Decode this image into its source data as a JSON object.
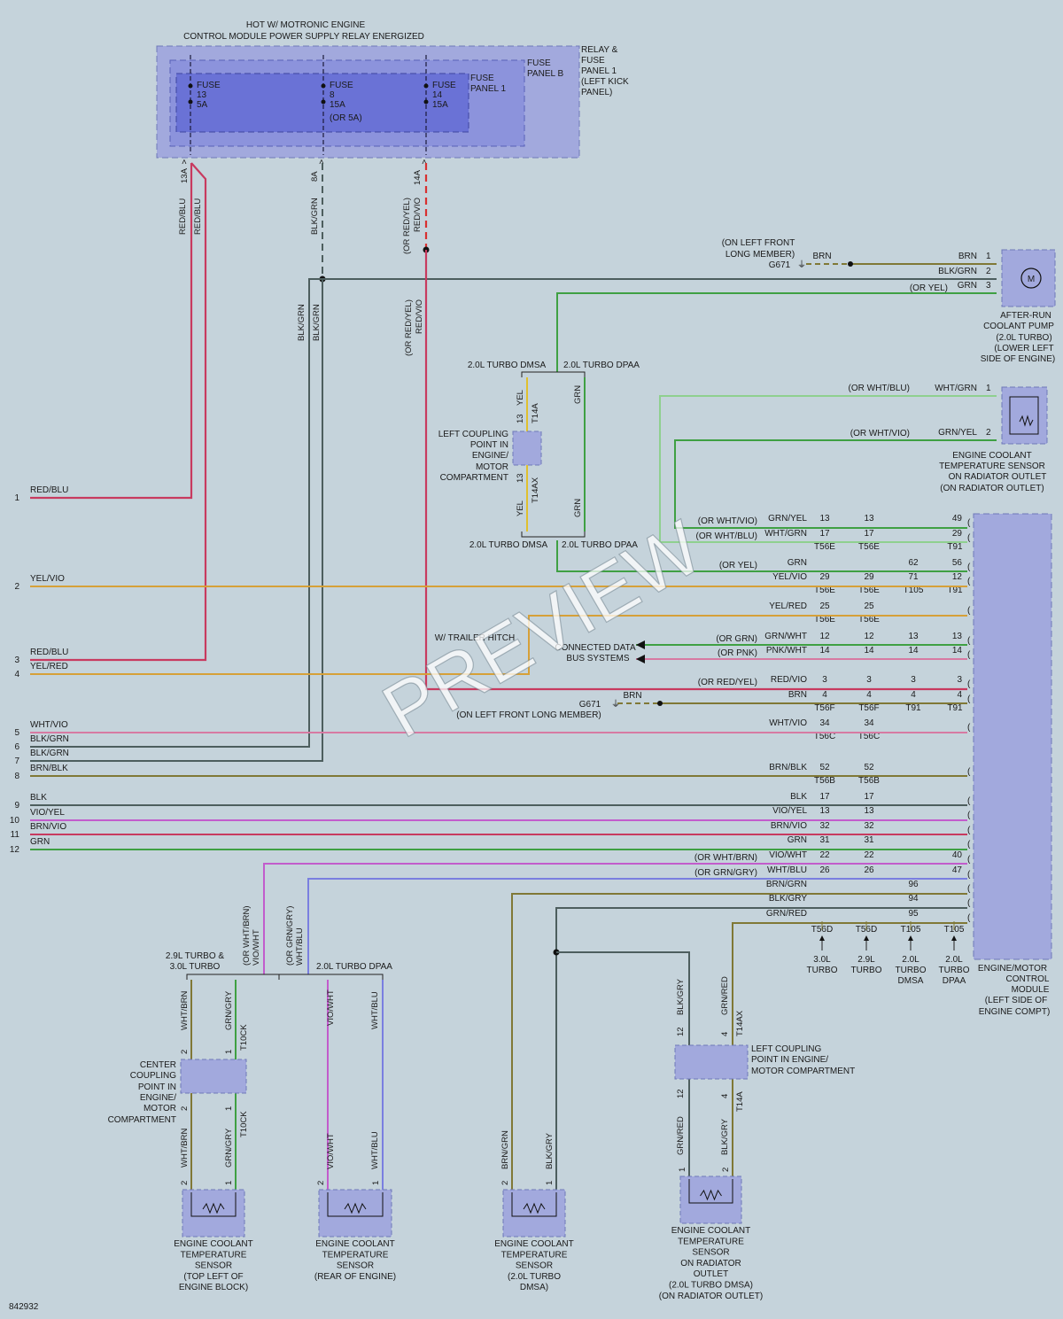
{
  "diagram_id": "842932",
  "watermark": "PREVIEW",
  "header": {
    "line1": "HOT W/ MOTRONIC ENGINE",
    "line2": "CONTROL MODULE POWER SUPPLY RELAY ENERGIZED"
  },
  "fuse_panel": {
    "relay_label": [
      "RELAY &",
      "FUSE",
      "PANEL 1",
      "(LEFT KICK",
      "PANEL)"
    ],
    "panel_b": [
      "FUSE",
      "PANEL B"
    ],
    "panel_1": [
      "FUSE",
      "PANEL 1"
    ],
    "fuses": [
      {
        "lines": [
          "FUSE",
          "13",
          "5A"
        ],
        "pin": "13A",
        "wire": "RED/BLU"
      },
      {
        "lines": [
          "FUSE",
          "8",
          "15A",
          "(OR 5A)"
        ],
        "pin": "8A",
        "wire": "BLK/GRN"
      },
      {
        "lines": [
          "FUSE",
          "14",
          "15A"
        ],
        "pin": "14A",
        "wire": "(OR RED/YEL) RED/VIO"
      }
    ]
  },
  "wire_texts": {
    "redblu_a": "RED/BLU",
    "redblu_b": "RED/BLU",
    "blkgrn_a": "BLK/GRN",
    "blkgrn_b": "BLK/GRN",
    "blkgrn_c": "BLK/GRN",
    "blkgrn_d": "BLK/GRN",
    "redvio_a": "(OR RED/YEL)",
    "redvio_b": "RED/VIO",
    "redvio_c": "(OR RED/YEL)",
    "redvio_d": "RED/VIO"
  },
  "pump": {
    "title": [
      "AFTER-RUN",
      "COOLANT PUMP",
      "(2.0L TURBO)",
      "(LOWER LEFT",
      "SIDE OF ENGINE)"
    ],
    "ground_location": [
      "(ON LEFT FRONT",
      "LONG MEMBER)"
    ],
    "ground": "G671",
    "pins": [
      {
        "n": "1",
        "wire": "BRN",
        "alt": ""
      },
      {
        "n": "2",
        "wire": "BLK/GRN",
        "alt": ""
      },
      {
        "n": "3",
        "wire": "GRN",
        "alt": "(OR YEL)"
      }
    ],
    "ground_wire": "BRN"
  },
  "coupling_top": {
    "title": [
      "LEFT COUPLING",
      "POINT IN",
      "ENGINE/",
      "MOTOR",
      "COMPARTMENT"
    ],
    "variant_top_left": "2.0L TURBO DMSA",
    "variant_top_right": "2.0L TURBO DPAA",
    "variant_bot_left": "2.0L TURBO DMSA",
    "variant_bot_right": "2.0L TURBO DPAA",
    "conn_upper": "T14A",
    "conn_lower": "T14AX",
    "pin": "13",
    "wire_yel": "YEL",
    "wire_grn": "GRN"
  },
  "sensor_radiator_top": {
    "title": [
      "ENGINE COOLANT",
      "TEMPERATURE SENSOR",
      "ON RADIATOR OUTLET",
      "(ON RADIATOR OUTLET)"
    ],
    "pins": [
      {
        "n": "1",
        "wire": "WHT/GRN",
        "alt": "(OR WHT/BLU)"
      },
      {
        "n": "2",
        "wire": "GRN/YEL",
        "alt": "(OR WHT/VIO)"
      }
    ]
  },
  "left_pins": [
    {
      "n": "1",
      "wire": "RED/BLU"
    },
    {
      "n": "2",
      "wire": "YEL/VIO"
    },
    {
      "n": "3",
      "wire": "RED/BLU"
    },
    {
      "n": "4",
      "wire": "YEL/RED"
    },
    {
      "n": "5",
      "wire": "WHT/VIO"
    },
    {
      "n": "6",
      "wire": "BLK/GRN"
    },
    {
      "n": "7",
      "wire": "BLK/GRN"
    },
    {
      "n": "8",
      "wire": "BRN/BLK"
    },
    {
      "n": "9",
      "wire": "BLK"
    },
    {
      "n": "10",
      "wire": "VIO/YEL"
    },
    {
      "n": "11",
      "wire": "BRN/VIO"
    },
    {
      "n": "12",
      "wire": "GRN"
    }
  ],
  "ecm_rows": [
    {
      "alt": "(OR WHT/VIO)",
      "wire": "GRN/YEL",
      "c1": "13",
      "c2": "13",
      "c3": "",
      "c4": "49",
      "conn": [
        "",
        "",
        "",
        ""
      ]
    },
    {
      "alt": "(OR WHT/BLU)",
      "wire": "WHT/GRN",
      "c1": "17",
      "c2": "17",
      "c3": "",
      "c4": "29",
      "conn": [
        "T56E",
        "T56E",
        "",
        "T91"
      ]
    },
    {
      "alt": "(OR YEL)",
      "wire": "GRN",
      "c1": "",
      "c2": "",
      "c3": "62",
      "c4": "56",
      "conn": [
        "",
        "",
        "",
        ""
      ]
    },
    {
      "alt": "",
      "wire": "YEL/VIO",
      "c1": "29",
      "c2": "29",
      "c3": "71",
      "c4": "12",
      "conn": [
        "T56E",
        "T56E",
        "T105",
        "T91"
      ]
    },
    {
      "alt": "",
      "wire": "YEL/RED",
      "c1": "25",
      "c2": "25",
      "c3": "",
      "c4": "",
      "conn": [
        "T56E",
        "T56E",
        "",
        ""
      ]
    },
    {
      "alt": "(OR GRN)",
      "wire": "GRN/WHT",
      "c1": "12",
      "c2": "12",
      "c3": "13",
      "c4": "13",
      "conn": [
        "",
        "",
        "",
        ""
      ]
    },
    {
      "alt": "(OR PNK)",
      "wire": "PNK/WHT",
      "c1": "14",
      "c2": "14",
      "c3": "14",
      "c4": "14",
      "conn": [
        "",
        "",
        "",
        ""
      ]
    },
    {
      "alt": "(OR RED/YEL)",
      "wire": "RED/VIO",
      "c1": "3",
      "c2": "3",
      "c3": "3",
      "c4": "3",
      "conn": [
        "",
        "",
        "",
        ""
      ]
    },
    {
      "alt": "",
      "wire": "BRN",
      "c1": "4",
      "c2": "4",
      "c3": "4",
      "c4": "4",
      "conn": [
        "T56F",
        "T56F",
        "T91",
        "T91"
      ]
    },
    {
      "alt": "",
      "wire": "WHT/VIO",
      "c1": "34",
      "c2": "34",
      "c3": "",
      "c4": "",
      "conn": [
        "T56C",
        "T56C",
        "",
        ""
      ]
    },
    {
      "alt": "",
      "wire": "BRN/BLK",
      "c1": "52",
      "c2": "52",
      "c3": "",
      "c4": "",
      "conn": [
        "T56B",
        "T56B",
        "",
        ""
      ]
    },
    {
      "alt": "",
      "wire": "BLK",
      "c1": "17",
      "c2": "17",
      "c3": "",
      "c4": "",
      "conn": [
        "",
        "",
        "",
        ""
      ]
    },
    {
      "alt": "",
      "wire": "VIO/YEL",
      "c1": "13",
      "c2": "13",
      "c3": "",
      "c4": "",
      "conn": [
        "",
        "",
        "",
        ""
      ]
    },
    {
      "alt": "",
      "wire": "BRN/VIO",
      "c1": "32",
      "c2": "32",
      "c3": "",
      "c4": "",
      "conn": [
        "",
        "",
        "",
        ""
      ]
    },
    {
      "alt": "",
      "wire": "GRN",
      "c1": "31",
      "c2": "31",
      "c3": "",
      "c4": "",
      "conn": [
        "",
        "",
        "",
        ""
      ]
    },
    {
      "alt": "(OR WHT/BRN)",
      "wire": "VIO/WHT",
      "c1": "22",
      "c2": "22",
      "c3": "",
      "c4": "40",
      "conn": [
        "",
        "",
        "",
        ""
      ]
    },
    {
      "alt": "(OR GRN/GRY)",
      "wire": "WHT/BLU",
      "c1": "26",
      "c2": "26",
      "c3": "",
      "c4": "47",
      "conn": [
        "",
        "",
        "",
        ""
      ]
    },
    {
      "alt": "",
      "wire": "BRN/GRN",
      "c1": "",
      "c2": "",
      "c3": "96",
      "c4": "",
      "conn": [
        "",
        "",
        "",
        ""
      ]
    },
    {
      "alt": "",
      "wire": "BLK/GRY",
      "c1": "",
      "c2": "",
      "c3": "94",
      "c4": "",
      "conn": [
        "",
        "",
        "",
        ""
      ]
    },
    {
      "alt": "",
      "wire": "GRN/RED",
      "c1": "",
      "c2": "",
      "c3": "95",
      "c4": "",
      "conn": [
        "",
        "",
        "",
        ""
      ]
    }
  ],
  "ecm_bottom_connectors": [
    {
      "conn": "T56D",
      "variant": [
        "3.0L",
        "TURBO"
      ]
    },
    {
      "conn": "T56D",
      "variant": [
        "2.9L",
        "TURBO"
      ]
    },
    {
      "conn": "T105",
      "variant": [
        "2.0L",
        "TURBO",
        "DMSA"
      ]
    },
    {
      "conn": "T105",
      "variant": [
        "2.0L",
        "TURBO",
        "DPAA"
      ]
    }
  ],
  "ecm_title": [
    "ENGINE/MOTOR",
    "CONTROL",
    "MODULE",
    "(LEFT SIDE OF",
    "ENGINE COMPT)"
  ],
  "trailer_hitch": "W/ TRAILER HITCH",
  "data_bus": [
    "CONNECTED DATA",
    "BUS SYSTEMS"
  ],
  "ground_g671_mid": {
    "wire": "BRN",
    "ground": "G671",
    "location": "(ON LEFT FRONT LONG MEMBER)"
  },
  "bottom_variants": {
    "left": [
      "2.9L TURBO &",
      "3.0L TURBO"
    ],
    "alt_vio": [
      "(OR WHT/BRN)",
      "VIO/WHT"
    ],
    "alt_wht": [
      "(OR GRN/GRY)",
      "WHT/BLU"
    ],
    "right": "2.0L TURBO DPAA"
  },
  "center_coupling": {
    "title": [
      "CENTER",
      "COUPLING",
      "POINT IN",
      "ENGINE/",
      "MOTOR",
      "COMPARTMENT"
    ],
    "conn_upper": "T10CK",
    "conn_lower": "T10CK",
    "wire_a": "WHT/BRN",
    "wire_b": "GRN/GRY",
    "pin_a": "2",
    "pin_b": "1"
  },
  "left_coupling_bottom": {
    "title": [
      "LEFT COUPLING",
      "POINT IN ENGINE/",
      "MOTOR COMPARTMENT"
    ],
    "conn_upper": "T14AX",
    "conn_lower": "T14A",
    "pin_a": "12",
    "pin_b": "4",
    "wire_a_top": "BLK/GRY",
    "wire_b_top": "GRN/RED",
    "wire_a_bot": "GRN/RED",
    "wire_b_bot": "BLK/GRY"
  },
  "sensors_bottom": [
    {
      "title": [
        "ENGINE COOLANT",
        "TEMPERATURE",
        "SENSOR",
        "(TOP LEFT OF",
        "ENGINE BLOCK)"
      ],
      "wire_a": "WHT/BRN",
      "wire_b": "GRN/GRY",
      "pin_a": "2",
      "pin_b": "1"
    },
    {
      "title": [
        "ENGINE COOLANT",
        "TEMPERATURE",
        "SENSOR",
        "(REAR OF ENGINE)"
      ],
      "wire_a": "VIO/WHT",
      "wire_b": "WHT/BLU",
      "pin_a": "2",
      "pin_b": "1"
    },
    {
      "title": [
        "ENGINE COOLANT",
        "TEMPERATURE",
        "SENSOR",
        "(2.0L TURBO",
        "DMSA)"
      ],
      "wire_a": "BRN/GRN",
      "wire_b": "BLK/GRY",
      "pin_a": "2",
      "pin_b": "1"
    },
    {
      "title": [
        "ENGINE COOLANT",
        "TEMPERATURE",
        "SENSOR",
        "ON RADIATOR",
        "OUTLET",
        "(2.0L TURBO DMSA)",
        "(ON RADIATOR OUTLET)"
      ],
      "wire_a": "GRN/RED",
      "wire_b": "BLK/GRY",
      "pin_a": "1",
      "pin_b": "2"
    }
  ],
  "colors": {
    "background": "#c5d3db",
    "module_fill": "#a2a9dd",
    "module_stroke": "#6e79b8",
    "fuse_inner": "#6a72d6",
    "red": "#c83a5f",
    "dark": "#4d5e5e",
    "green": "#3fa043",
    "yellow": "#e0c02e",
    "orange": "#d6a038",
    "violet": "#c25ccc",
    "blue": "#7a7fe0",
    "olive": "#807836",
    "lightgreen": "#8fd08f",
    "pink": "#d77aa2"
  }
}
